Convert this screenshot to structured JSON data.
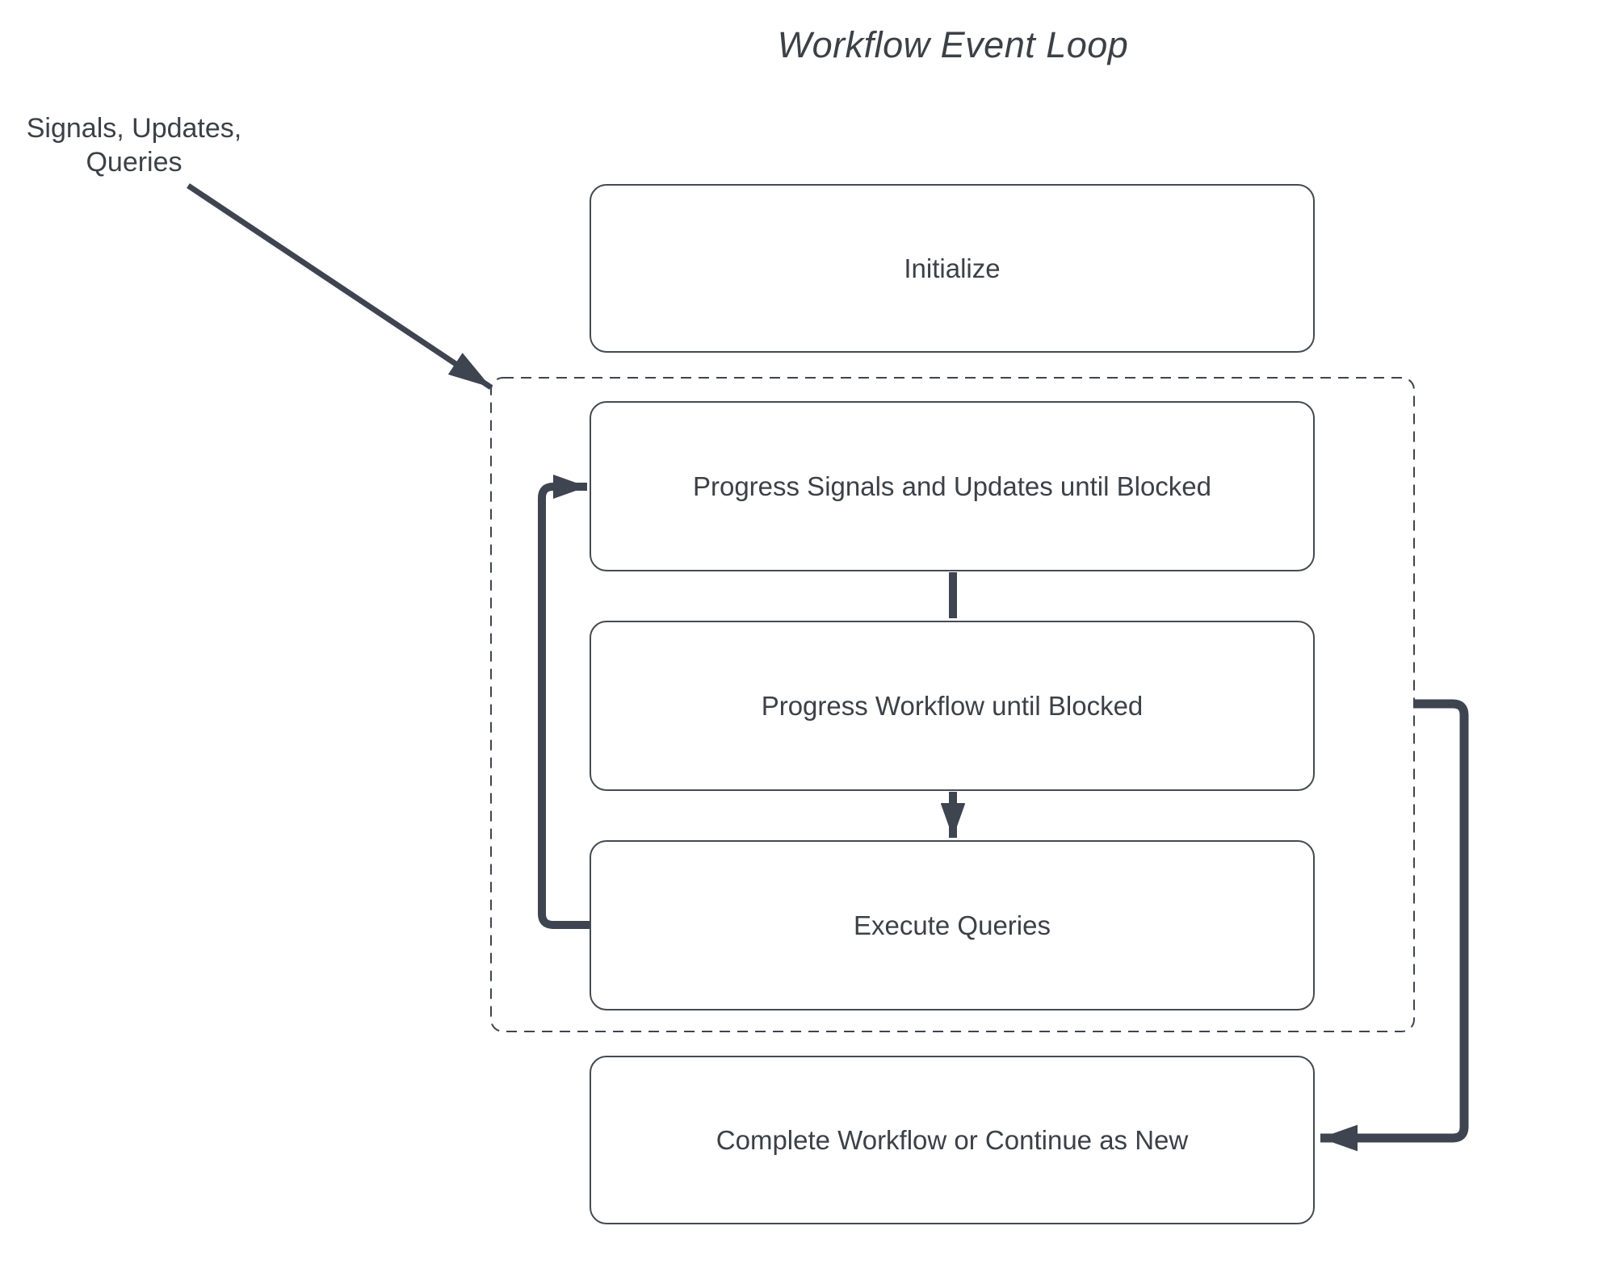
{
  "title": "Workflow Event Loop",
  "external_label": {
    "line1": "Signals, Updates,",
    "line2": "Queries"
  },
  "nodes": [
    {
      "id": "initialize",
      "label": "Initialize"
    },
    {
      "id": "progress-signals-updates",
      "label": "Progress Signals and Updates until Blocked"
    },
    {
      "id": "progress-workflow",
      "label": "Progress Workflow until Blocked"
    },
    {
      "id": "execute-queries",
      "label": "Execute Queries"
    },
    {
      "id": "complete-workflow",
      "label": "Complete Workflow or Continue as New"
    }
  ],
  "group": {
    "id": "event-loop-group",
    "style": "dashed-rounded-rectangle",
    "contains": [
      "progress-signals-updates",
      "progress-workflow",
      "execute-queries"
    ]
  },
  "edges": [
    {
      "from": "external-inputs-label",
      "to": "event-loop-group",
      "type": "diagonal-arrow"
    },
    {
      "from": "progress-signals-updates",
      "to": "progress-workflow",
      "type": "down-arrow"
    },
    {
      "from": "progress-workflow",
      "to": "execute-queries",
      "type": "down-arrow"
    },
    {
      "from": "execute-queries",
      "to": "progress-signals-updates",
      "type": "loop-back-left"
    },
    {
      "from": "event-loop-group",
      "to": "complete-workflow",
      "type": "loop-out-right"
    }
  ],
  "colors": {
    "connector": "#3e4450",
    "node_border": "#454a52",
    "text": "#3c4147",
    "background": "#ffffff"
  }
}
